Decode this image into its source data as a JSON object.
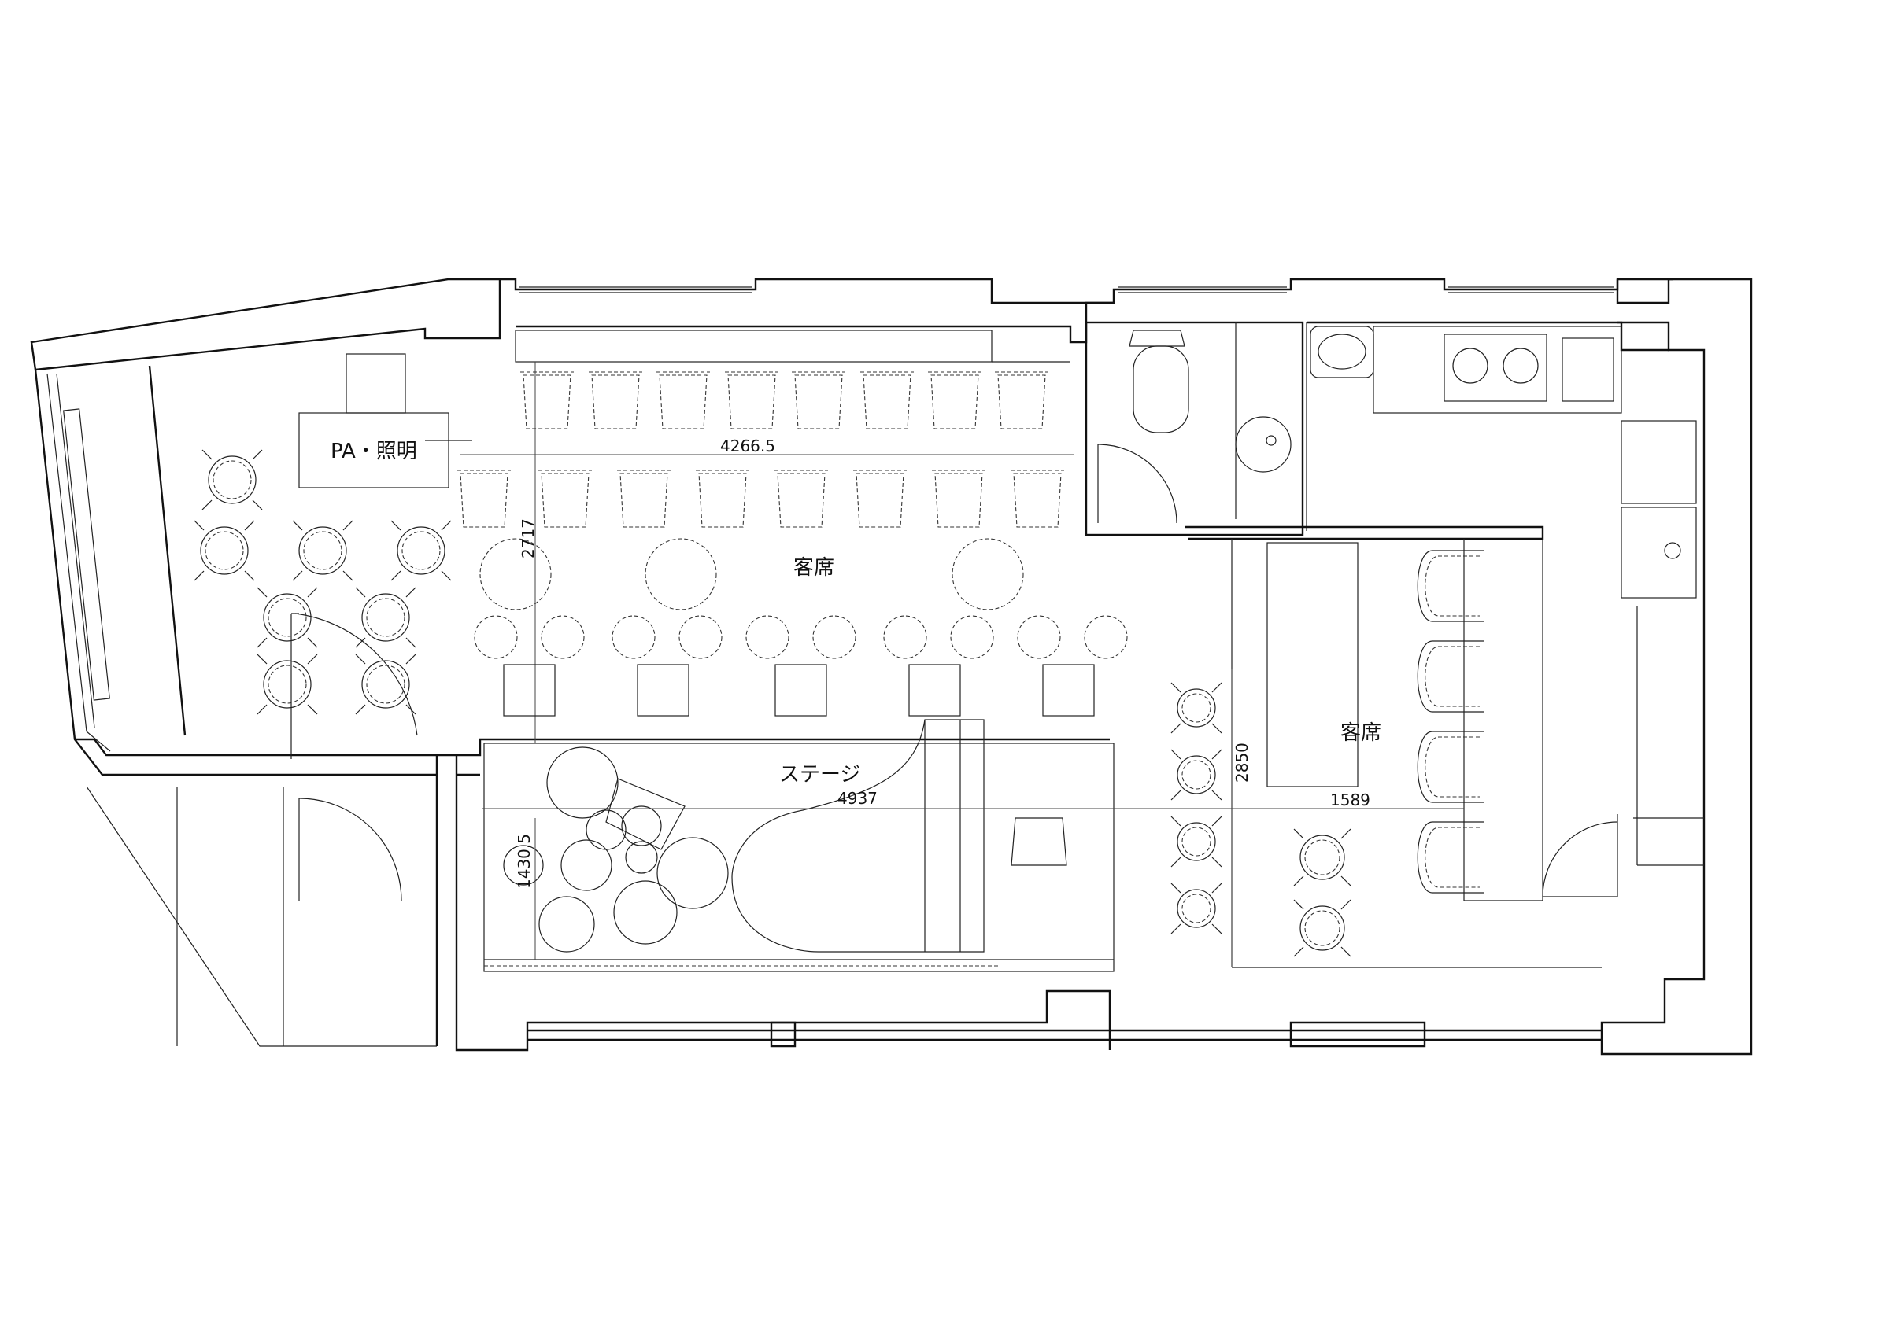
{
  "labels": {
    "pa_lighting": "PA・照明",
    "seating_left": "客席",
    "stage": "ステージ",
    "seating_right": "客席"
  },
  "dimensions": {
    "bar_counter_width": "4266.5",
    "seating_depth": "2717",
    "stage_width": "4937",
    "stage_depth": "1430.5",
    "right_depth": "2850",
    "right_width": "1589"
  }
}
